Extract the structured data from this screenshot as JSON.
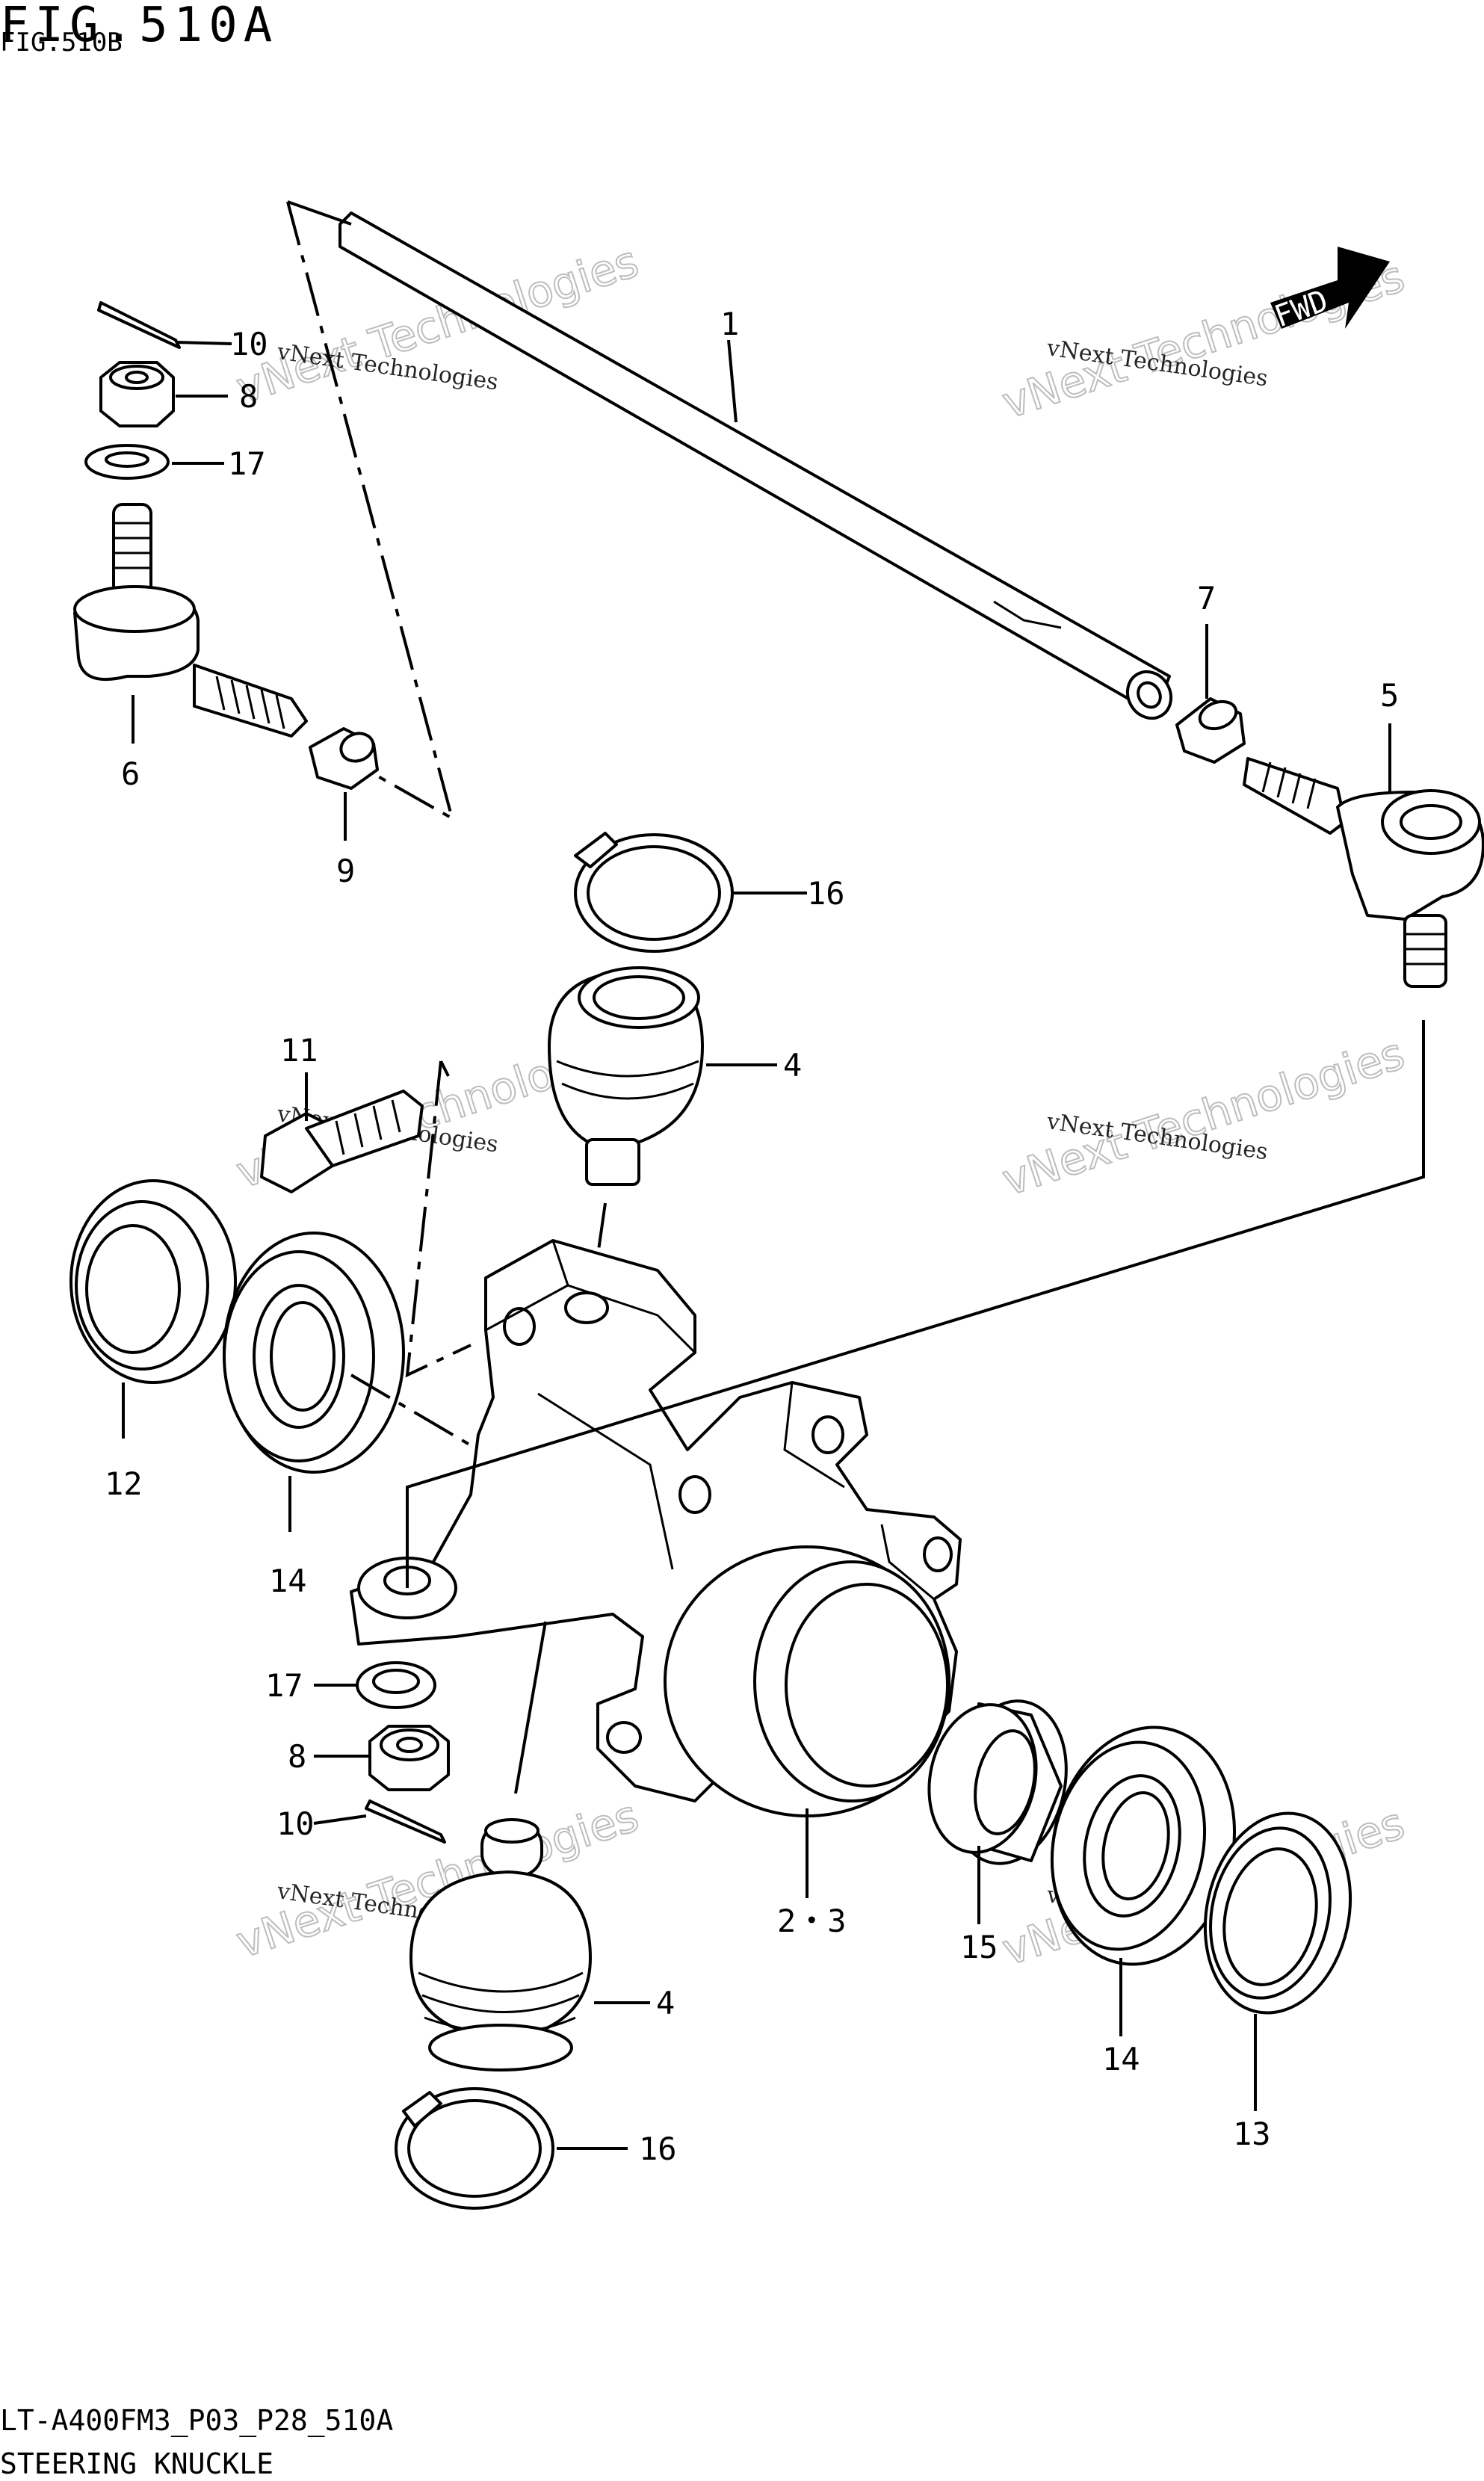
{
  "header": {
    "fig_title": "FIG.510A",
    "fig_sub": "FIG.510B"
  },
  "footer": {
    "model_code": "LT-A400FM3_P03_P28_510A",
    "section_title": "STEERING KNUCKLE"
  },
  "fwd_badge": "FWD",
  "watermark": {
    "line1": "vNext Technologies",
    "line2": "vNext Technologies"
  },
  "callouts": {
    "c1": "1",
    "c2_3": "2・3",
    "c4a": "4",
    "c4b": "4",
    "c5": "5",
    "c6": "6",
    "c7": "7",
    "c8a": "8",
    "c8b": "8",
    "c9": "9",
    "c10a": "10",
    "c10b": "10",
    "c11": "11",
    "c12": "12",
    "c13": "13",
    "c14a": "14",
    "c14b": "14",
    "c15": "15",
    "c16a": "16",
    "c16b": "16",
    "c17a": "17",
    "c17b": "17"
  },
  "icons": [
    "fwd-arrow-icon",
    "tie-rod",
    "tie-rod-end",
    "castle-nut",
    "washer",
    "cotter-pin",
    "ball-joint",
    "circlip",
    "oil-seal",
    "bearing",
    "spacer",
    "knuckle",
    "bolt"
  ]
}
